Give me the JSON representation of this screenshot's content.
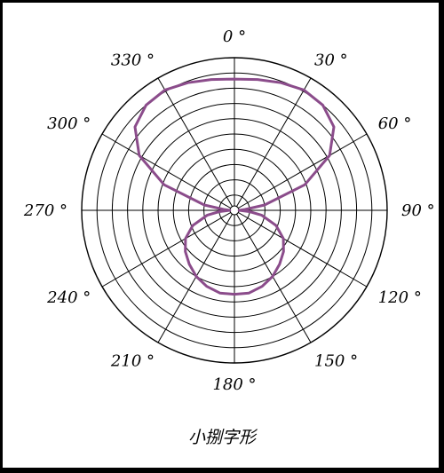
{
  "caption": "小捌字形",
  "chart_data": {
    "type": "polar",
    "title": "小捌字形",
    "angle_labels": [
      "0 °",
      "30 °",
      "60 °",
      "90 °",
      "120 °",
      "150 °",
      "180 °",
      "210 °",
      "240 °",
      "270 °",
      "300 °",
      "330 °"
    ],
    "angles_deg": [
      0,
      30,
      60,
      90,
      120,
      150,
      180,
      210,
      240,
      270,
      300,
      330
    ],
    "rings": 10,
    "series_color": "#8b4c8b",
    "series": [
      {
        "theta_deg": [
          0,
          10,
          20,
          30,
          40,
          50,
          60,
          70,
          80,
          85,
          90,
          95,
          100,
          110,
          120,
          130,
          140,
          150,
          160,
          170,
          180,
          190,
          200,
          210,
          220,
          230,
          240,
          250,
          260,
          265,
          270,
          275,
          280,
          290,
          300,
          310,
          320,
          330,
          340,
          350
        ],
        "r": [
          0.86,
          0.87,
          0.89,
          0.91,
          0.9,
          0.85,
          0.72,
          0.49,
          0.2,
          0.07,
          0.03,
          0.1,
          0.18,
          0.29,
          0.37,
          0.42,
          0.46,
          0.5,
          0.53,
          0.55,
          0.55,
          0.55,
          0.53,
          0.5,
          0.46,
          0.42,
          0.37,
          0.29,
          0.18,
          0.1,
          0.03,
          0.07,
          0.2,
          0.49,
          0.72,
          0.85,
          0.9,
          0.91,
          0.89,
          0.87
        ]
      }
    ]
  },
  "colors": {
    "grid": "#000000",
    "curve": "#8b4c8b",
    "frame": "#000000"
  }
}
